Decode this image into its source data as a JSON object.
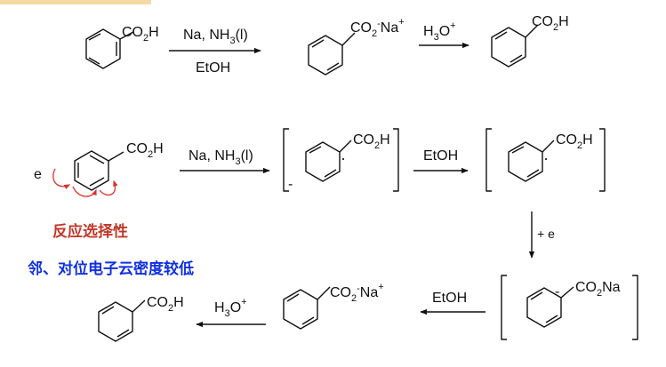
{
  "colors": {
    "ink": "#111111",
    "highlight": "#c0392b",
    "emphasis": "#1030e0",
    "electron_arrows": "#e0302a",
    "heading_fragment": "#f3c97a"
  },
  "row1": {
    "start_group": {
      "main": "CO",
      "sub": "2",
      "tail": "H"
    },
    "reagent_top": {
      "a": "Na, NH",
      "sub": "3",
      "b": "(l)"
    },
    "reagent_bottom": "EtOH",
    "salt_group": {
      "main": "CO",
      "sub": "2",
      "sup": "-",
      "tail": "Na",
      "sup2": "+"
    },
    "acid": {
      "main": "H",
      "sub": "3",
      "tail": "O",
      "sup": "+"
    },
    "product_group": {
      "main": "CO",
      "sub": "2",
      "tail": "H"
    }
  },
  "row2": {
    "electron": "e",
    "start_group": {
      "main": "CO",
      "sub": "2",
      "tail": "H"
    },
    "reagent": {
      "a": "Na, NH",
      "sub": "3",
      "b": "(l)"
    },
    "radical_anion_group": {
      "main": "CO",
      "sub": "2",
      "tail": "H"
    },
    "minus": "-",
    "radical_dot": "·",
    "proton_source": "EtOH",
    "radical_group": {
      "main": "CO",
      "sub": "2",
      "tail": "H"
    }
  },
  "step_down": "+ e",
  "row3": {
    "anion_group": {
      "main": "CO",
      "sub": "2",
      "tail": "Na"
    },
    "minus": "-",
    "proton_source": "EtOH",
    "salt_group": {
      "main": "CO",
      "sub": "2",
      "sup": "-",
      "tail": "Na",
      "sup2": "+"
    },
    "acid": {
      "main": "H",
      "sub": "3",
      "tail": "O",
      "sup": "+"
    },
    "product_group": {
      "main": "CO",
      "sub": "2",
      "tail": "H"
    }
  },
  "notes": {
    "selectivity": "反应选择性",
    "density": "邻、对位电子云密度较低"
  }
}
